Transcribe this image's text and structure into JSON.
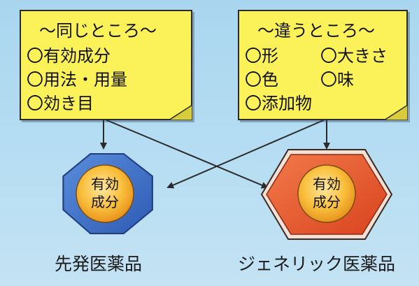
{
  "left_note": {
    "title": "〜同じところ〜",
    "items": [
      "〇有効成分",
      "〇用法・用量",
      "〇効き目"
    ]
  },
  "right_note": {
    "title": "〜違うところ〜",
    "items": [
      "〇形",
      "〇大きさ",
      "〇色",
      "〇味",
      "〇添加物"
    ]
  },
  "left_drug": {
    "core_line1": "有効",
    "core_line2": "成分",
    "label": "先発医薬品"
  },
  "right_drug": {
    "core_line1": "有効",
    "core_line2": "成分",
    "label": "ジェネリック医薬品"
  },
  "colors": {
    "background": "#b3dbf1",
    "note": "#fbf25a",
    "left_shape": "#3a6bc4",
    "right_shape": "#e8572e",
    "core": "#f8b630"
  }
}
